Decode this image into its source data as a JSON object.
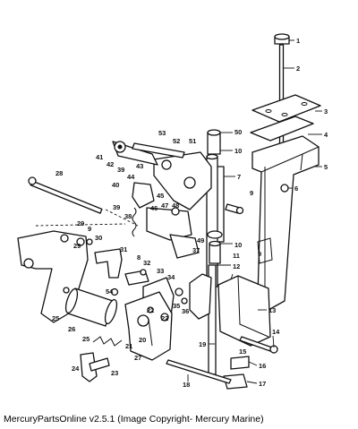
{
  "caption": "MercuryPartsOnline v2.5.1 (Image Copyright- Mercury Marine)",
  "callouts": [
    "1",
    "2",
    "3",
    "4",
    "5",
    "6",
    "7",
    "8",
    "9",
    "9",
    "9",
    "10",
    "10",
    "11",
    "12",
    "13",
    "14",
    "15",
    "16",
    "17",
    "18",
    "19",
    "20",
    "21",
    "22",
    "22",
    "23",
    "24",
    "25",
    "25",
    "26",
    "27",
    "28",
    "29",
    "29",
    "30",
    "31",
    "32",
    "33",
    "34",
    "35",
    "36",
    "37",
    "38",
    "39",
    "39",
    "40",
    "41",
    "42",
    "43",
    "44",
    "45",
    "46",
    "47",
    "48",
    "49",
    "50",
    "51",
    "52",
    "53",
    "54"
  ]
}
